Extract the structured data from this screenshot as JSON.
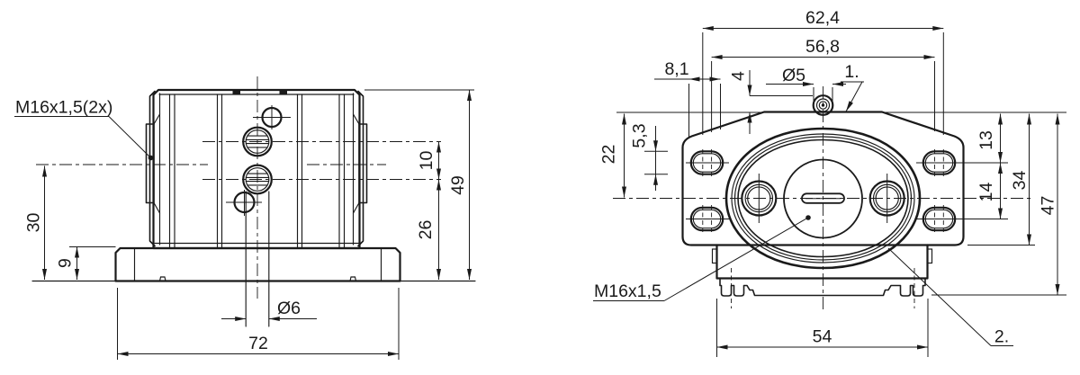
{
  "colors": {
    "line": "#1a1a1a",
    "background": "#ffffff"
  },
  "front_view": {
    "labels": {
      "thread": "M16x1,5(2x)"
    },
    "dimensions": {
      "axis_height": "30",
      "base_height": "9",
      "port_spacing": "10",
      "lower_port_height": "26",
      "total_height": "49",
      "bore_diameter": "Ø6",
      "base_width": "72"
    }
  },
  "side_view": {
    "labels": {
      "thread": "M16x1,5",
      "callout_1": "1.",
      "callout_2": "2."
    },
    "dimensions": {
      "slot_outer_span": "62,4",
      "slot_inner_span": "56,8",
      "slot_length": "8,1",
      "nipple_height": "4",
      "nipple_diameter": "Ø5",
      "top_to_axis": "22",
      "slot_width": "5,3",
      "top_to_slot": "13",
      "slot_to_slot": "14",
      "flange_height": "34",
      "overall_height": "47",
      "body_width": "54"
    }
  }
}
